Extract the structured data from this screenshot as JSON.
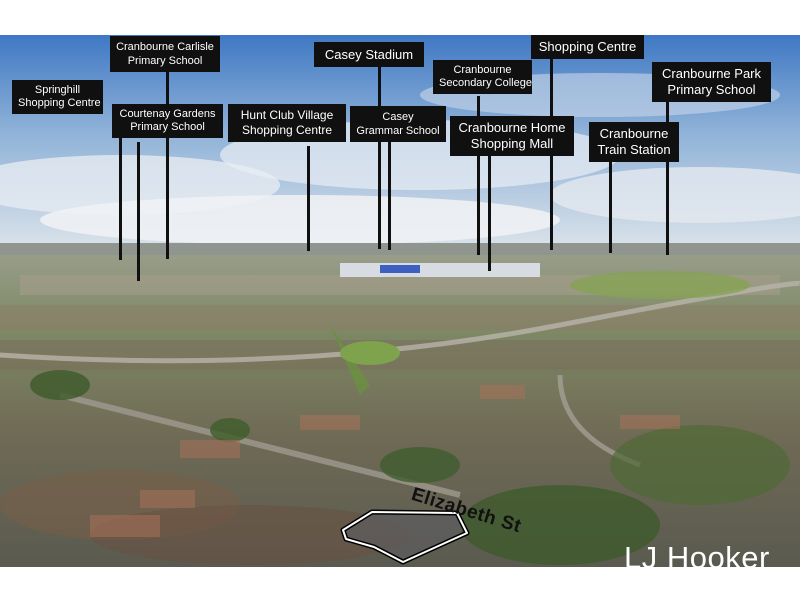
{
  "labels": {
    "springhill": [
      "Springhill",
      "Shopping Centre"
    ],
    "carlisle": [
      "Cranbourne Carlisle",
      "Primary School"
    ],
    "courtenay": [
      "Courtenay Gardens",
      "Primary School"
    ],
    "hunt_club": [
      "Hunt Club Village",
      "Shopping Centre"
    ],
    "casey_stadium": [
      "Casey Stadium"
    ],
    "casey_grammar": [
      "Casey",
      "Grammar School"
    ],
    "secondary_college": [
      "Cranbourne",
      "Secondary College"
    ],
    "home_mall": [
      "Cranbourne Home",
      "Shopping Mall"
    ],
    "shopping_centre": [
      "Shopping Centre"
    ],
    "train_station": [
      "Cranbourne",
      "Train Station"
    ],
    "park_school": [
      "Cranbourne Park",
      "Primary School"
    ]
  },
  "street_name": "Elizabeth St",
  "brand": "LJ Hooker",
  "colors": {
    "label_bg": "#101010",
    "label_text": "#ffffff",
    "sky": "#8fb1d6",
    "outline": "#111111"
  }
}
